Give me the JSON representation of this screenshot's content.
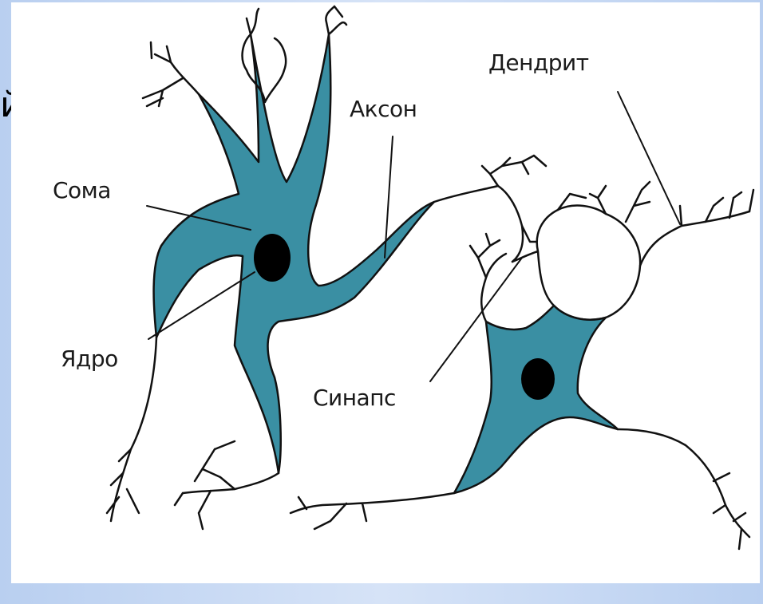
{
  "slide": {
    "edge_fragment": "й"
  },
  "diagram": {
    "labels": {
      "dendrite": "Дендрит",
      "axon": "Аксон",
      "soma": "Сома",
      "nucleus": "Ядро",
      "synapse": "Синапс"
    },
    "colors": {
      "cell_fill": "#3a8fa3",
      "outline": "#111111",
      "nucleus": "#000000",
      "background": "#ffffff"
    }
  }
}
